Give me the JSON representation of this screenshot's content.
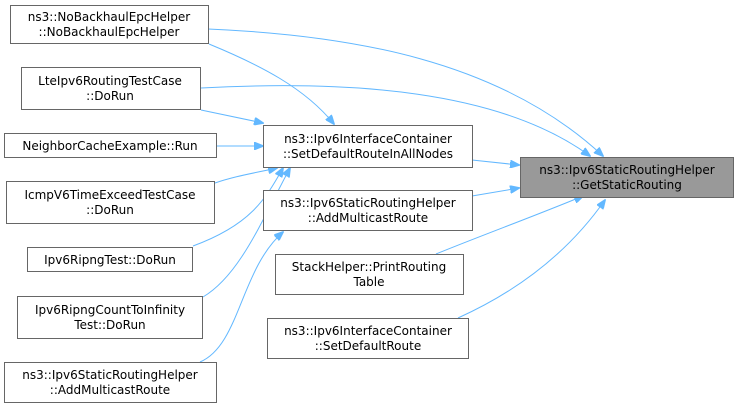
{
  "colors": {
    "edge": "#63b8ff",
    "node_border": "#666666",
    "focus_fill": "#999999",
    "node_fill": "#ffffff"
  },
  "nodes": {
    "no_backhaul": {
      "line1": "ns3::NoBackhaulEpcHelper",
      "line2": "::NoBackhaulEpcHelper"
    },
    "lte_test": {
      "line1": "LteIpv6RoutingTestCase",
      "line2": "::DoRun"
    },
    "neighbor": {
      "line1": "NeighborCacheExample::Run"
    },
    "icmp": {
      "line1": "IcmpV6TimeExceedTestCase",
      "line2": "::DoRun"
    },
    "ripng": {
      "line1": "Ipv6RipngTest::DoRun"
    },
    "ripng_count": {
      "line1": "Ipv6RipngCountToInfinity",
      "line2": "Test::DoRun"
    },
    "add_mcast_left": {
      "line1": "ns3::Ipv6StaticRoutingHelper",
      "line2": "::AddMulticastRoute"
    },
    "set_default_all": {
      "line1": "ns3::Ipv6InterfaceContainer",
      "line2": "::SetDefaultRouteInAllNodes"
    },
    "add_mcast_mid": {
      "line1": "ns3::Ipv6StaticRoutingHelper",
      "line2": "::AddMulticastRoute"
    },
    "stack_helper": {
      "line1": "StackHelper::PrintRouting",
      "line2": "Table"
    },
    "set_default": {
      "line1": "ns3::Ipv6InterfaceContainer",
      "line2": "::SetDefaultRoute"
    },
    "get_static": {
      "line1": "ns3::Ipv6StaticRoutingHelper",
      "line2": "::GetStaticRouting"
    }
  }
}
